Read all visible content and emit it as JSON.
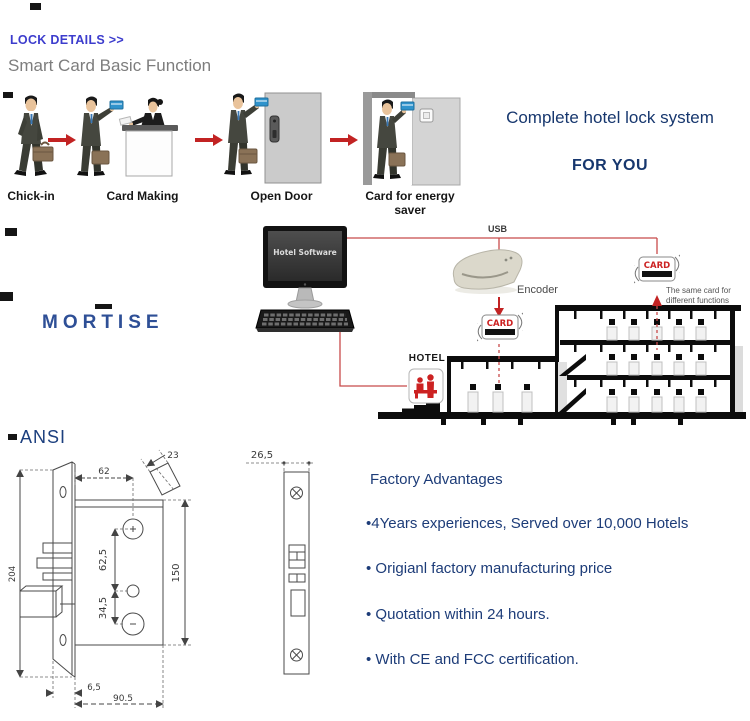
{
  "header": {
    "details_link": "LOCK DETAILS >>",
    "title": "Smart Card Basic Function"
  },
  "steps": {
    "labels": [
      "Chick-in",
      "Card Making",
      "Open Door",
      "Card for energy saver"
    ]
  },
  "promo": {
    "line1": "Complete hotel lock system",
    "line2": "FOR YOU"
  },
  "diagram": {
    "software_label": "Hotel Software",
    "usb_label": "USB",
    "encoder_label": "Encoder",
    "card_label": "CARD",
    "hotel_sign": "HOTEL",
    "note_line1": "The same card for",
    "note_line2": "different functions"
  },
  "sections": {
    "mortise": "MORTISE",
    "ansi": "ANSI"
  },
  "drawing": {
    "dim_width_top": "62",
    "dim_angle": "23",
    "dim_height_left": "204",
    "dim_hole_spacing_upper": "62,5",
    "dim_hole_spacing_lower": "34,5",
    "dim_height_right": "150",
    "dim_offset_bottom": "6,5",
    "dim_width_bottom": "90.5",
    "dim_faceplate_width": "26,5"
  },
  "advantages": {
    "title": "Factory Advantages",
    "items": [
      "•4Years experiences, Served over 10,000 Hotels",
      "• Origianl factory manufacturing price",
      "• Quotation within 24 hours.",
      "• With CE and FCC certification."
    ]
  },
  "colors": {
    "accent_blue": "#3c3ccd",
    "navy": "#1d3c78",
    "red": "#cc2222",
    "card_blue": "#2f93cc"
  }
}
